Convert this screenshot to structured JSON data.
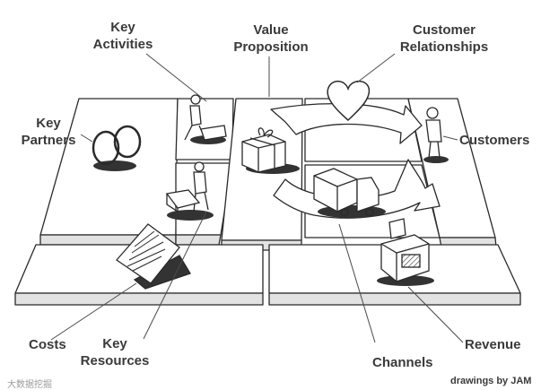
{
  "labels": {
    "key_activities": [
      "Key",
      "Activities"
    ],
    "value_proposition": [
      "Value",
      "Proposition"
    ],
    "customer_relationships": [
      "Customer",
      "Relationships"
    ],
    "key_partners": [
      "Key",
      "Partners"
    ],
    "customers": "Customers",
    "costs": "Costs",
    "key_resources": [
      "Key",
      "Resources"
    ],
    "channels": "Channels",
    "revenue": "Revenue"
  },
  "credit": "drawings by JAM",
  "watermark": "大数据挖掘"
}
